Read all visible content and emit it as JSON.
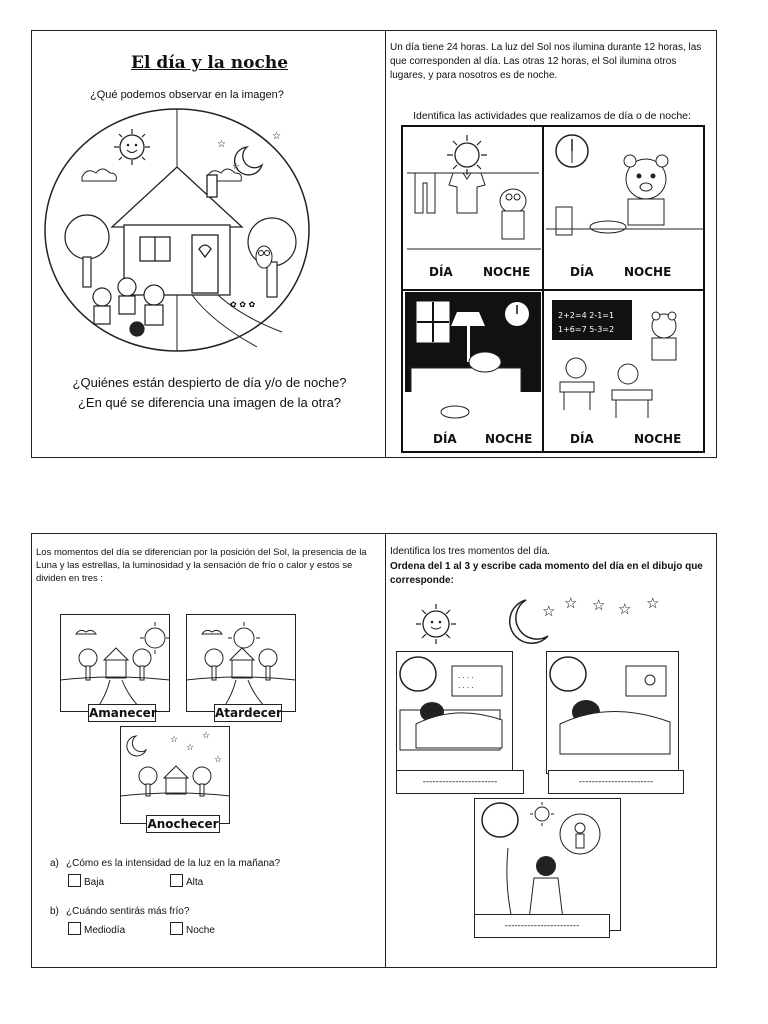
{
  "top_left": {
    "title": "El día y la noche",
    "question_observe": "¿Qué podemos observar en la imagen?",
    "question_awake": "¿Quiénes están despierto de día y/o de noche?",
    "question_diff": "¿En qué se diferencia una imagen de la otra?"
  },
  "top_right": {
    "intro": "Un día tiene 24 horas. La luz del Sol nos ilumina durante 12 horas, las que corresponden al día. Las otras 12 horas, el Sol ilumina otros lugares, y para nosotros es de noche.",
    "instruction": "Identifica las actividades que realizamos de día o de noche:",
    "cells": [
      {
        "day": "DÍA",
        "night": "NOCHE"
      },
      {
        "day": "DÍA",
        "night": "NOCHE"
      },
      {
        "day": "DÍA",
        "night": "NOCHE"
      },
      {
        "day": "DÍA",
        "night": "NOCHE"
      }
    ],
    "board_line1": "2+2=4  2-1=1",
    "board_line2": "1+6=7  5-3=2"
  },
  "bottom_left": {
    "intro": "Los momentos del día se diferencian por la posición del Sol, la presencia de la Luna y las estrellas, la luminosidad y la sensación de frío o calor y estos se dividen en tres :",
    "moment1": "Amanecer",
    "moment2": "Atardecer",
    "moment3": "Anochecer",
    "qa_label": "a)",
    "qa": "¿Cómo es la intensidad de la luz en la mañana?",
    "qa_opt1": "Baja",
    "qa_opt2": "Alta",
    "qb_label": "b)",
    "qb": "¿Cuándo sentirás más frío?",
    "qb_opt1": "Mediodía",
    "qb_opt2": "Noche"
  },
  "bottom_right": {
    "line1": "Identifica los tres momentos del día.",
    "line2": "Ordena del 1 al 3 y escribe cada momento del día en el dibujo que corresponde:",
    "blank": "-----------------------"
  }
}
